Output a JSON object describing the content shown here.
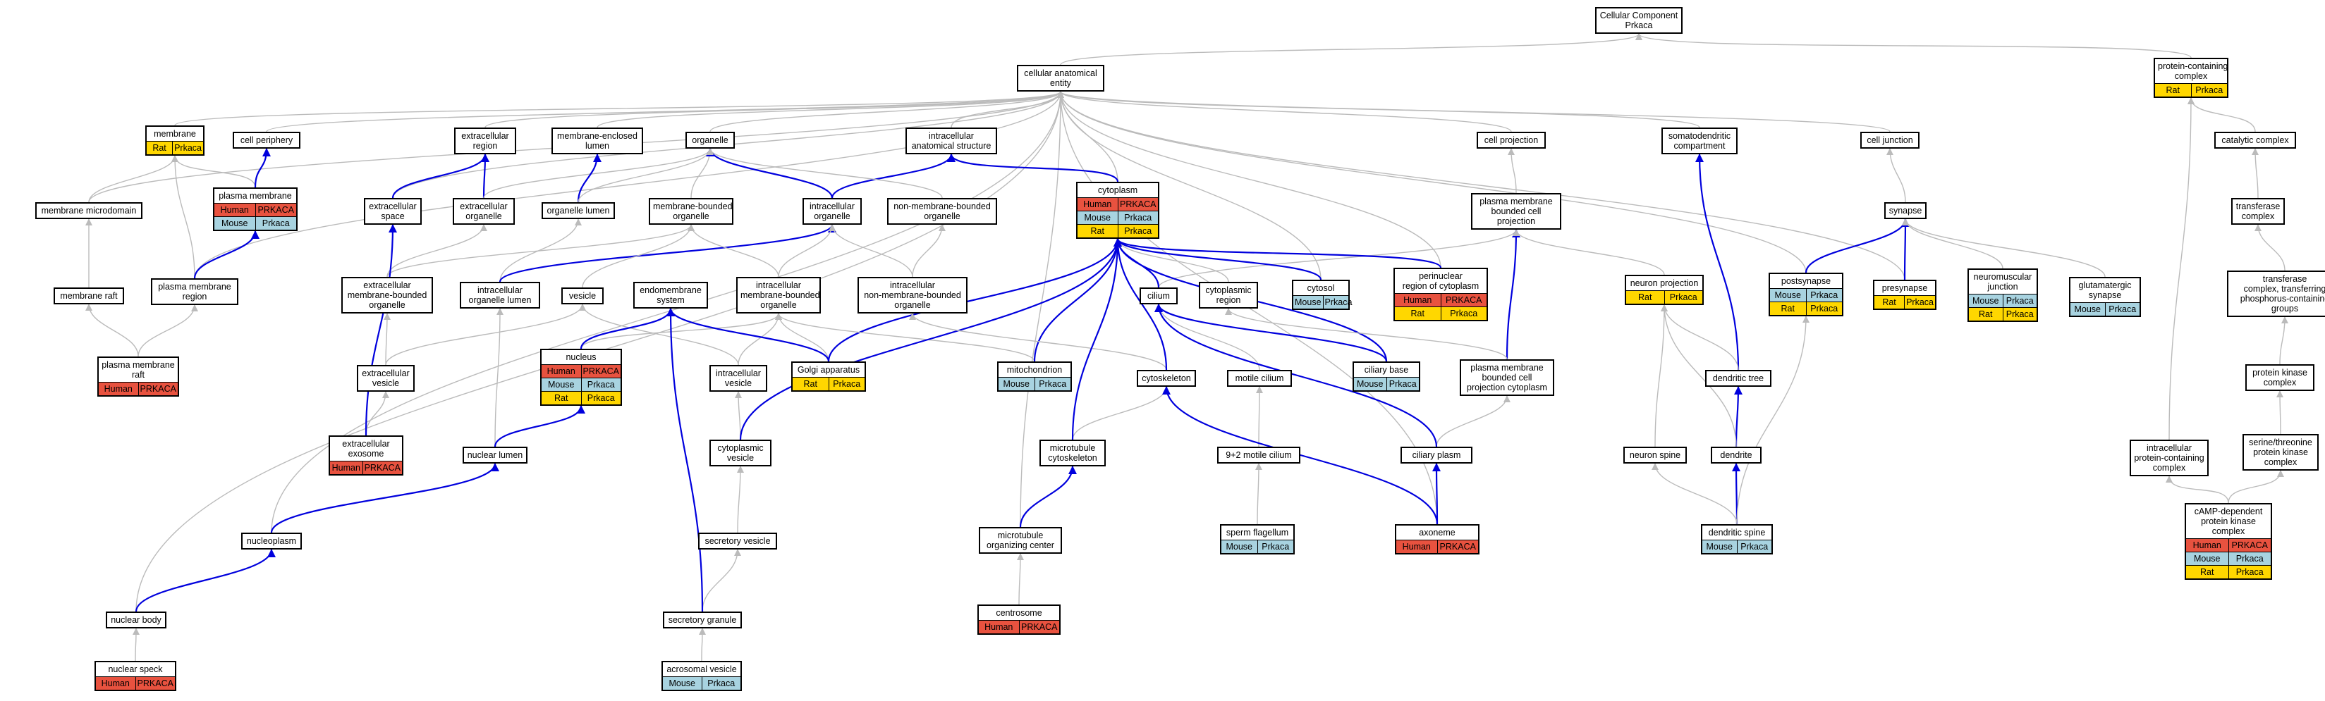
{
  "colors": {
    "human": "#e8523f",
    "mouse": "#a8d3e0",
    "rat": "#ffd700",
    "blue_edge": "#0000dd",
    "gray_edge": "#bbbbbb"
  },
  "nodes": [
    {
      "id": "cc_root",
      "label": "Cellular Component\nPrkaca",
      "rows": []
    },
    {
      "id": "cae",
      "label": "cellular anatomical\nentity",
      "rows": []
    },
    {
      "id": "pcc",
      "label": "protein-containing\ncomplex",
      "rows": [
        [
          "Rat",
          "Prkaca"
        ]
      ]
    },
    {
      "id": "membrane",
      "label": "membrane",
      "rows": [
        [
          "Rat",
          "Prkaca"
        ]
      ]
    },
    {
      "id": "cell_periphery",
      "label": "cell periphery",
      "rows": []
    },
    {
      "id": "extracell_region",
      "label": "extracellular\nregion",
      "rows": []
    },
    {
      "id": "mem_encl_lumen",
      "label": "membrane-enclosed\nlumen",
      "rows": []
    },
    {
      "id": "organelle",
      "label": "organelle",
      "rows": []
    },
    {
      "id": "intracell_anat",
      "label": "intracellular\nanatomical structure",
      "rows": []
    },
    {
      "id": "cell_projection",
      "label": "cell projection",
      "rows": []
    },
    {
      "id": "somatodendritic",
      "label": "somatodendritic\ncompartment",
      "rows": []
    },
    {
      "id": "cell_junction",
      "label": "cell junction",
      "rows": []
    },
    {
      "id": "catalytic",
      "label": "catalytic complex",
      "rows": []
    },
    {
      "id": "plasma_membrane",
      "label": "plasma membrane",
      "rows": [
        [
          "Human",
          "PRKACA"
        ],
        [
          "Mouse",
          "Prkaca"
        ]
      ]
    },
    {
      "id": "mem_microdomain",
      "label": "membrane microdomain",
      "rows": []
    },
    {
      "id": "extracell_space",
      "label": "extracellular\nspace",
      "rows": []
    },
    {
      "id": "extracell_organelle",
      "label": "extracellular\norganelle",
      "rows": []
    },
    {
      "id": "organelle_lumen",
      "label": "organelle lumen",
      "rows": []
    },
    {
      "id": "mem_bounded_org",
      "label": "membrane-bounded\norganelle",
      "rows": []
    },
    {
      "id": "intracell_org",
      "label": "intracellular\norganelle",
      "rows": []
    },
    {
      "id": "non_mem_org",
      "label": "non-membrane-bounded\norganelle",
      "rows": []
    },
    {
      "id": "cytoplasm",
      "label": "cytoplasm",
      "rows": [
        [
          "Human",
          "PRKACA"
        ],
        [
          "Mouse",
          "Prkaca"
        ],
        [
          "Rat",
          "Prkaca"
        ]
      ]
    },
    {
      "id": "pm_bounded_proj",
      "label": "plasma membrane\nbounded cell\nprojection",
      "rows": []
    },
    {
      "id": "synapse",
      "label": "synapse",
      "rows": []
    },
    {
      "id": "transferase",
      "label": "transferase\ncomplex",
      "rows": []
    },
    {
      "id": "membrane_raft",
      "label": "membrane raft",
      "rows": []
    },
    {
      "id": "pm_region",
      "label": "plasma membrane\nregion",
      "rows": []
    },
    {
      "id": "extracell_mem_org",
      "label": "extracellular\nmembrane-bounded\norganelle",
      "rows": []
    },
    {
      "id": "intracell_org_lumen",
      "label": "intracellular\norganelle lumen",
      "rows": []
    },
    {
      "id": "vesicle",
      "label": "vesicle",
      "rows": []
    },
    {
      "id": "endomembrane",
      "label": "endomembrane\nsystem",
      "rows": []
    },
    {
      "id": "intracell_mem_org",
      "label": "intracellular\nmembrane-bounded\norganelle",
      "rows": []
    },
    {
      "id": "intracell_nonmem_org",
      "label": "intracellular\nnon-membrane-bounded\norganelle",
      "rows": []
    },
    {
      "id": "cilium",
      "label": "cilium",
      "rows": []
    },
    {
      "id": "cyto_region",
      "label": "cytoplasmic\nregion",
      "rows": []
    },
    {
      "id": "cytosol",
      "label": "cytosol",
      "rows": [
        [
          "Mouse",
          "Prkaca"
        ]
      ]
    },
    {
      "id": "perinuclear",
      "label": "perinuclear\nregion of cytoplasm",
      "rows": [
        [
          "Human",
          "PRKACA"
        ],
        [
          "Rat",
          "Prkaca"
        ]
      ]
    },
    {
      "id": "neuron_projection",
      "label": "neuron projection",
      "rows": [
        [
          "Rat",
          "Prkaca"
        ]
      ]
    },
    {
      "id": "postsynapse",
      "label": "postsynapse",
      "rows": [
        [
          "Mouse",
          "Prkaca"
        ],
        [
          "Rat",
          "Prkaca"
        ]
      ]
    },
    {
      "id": "presynapse",
      "label": "presynapse",
      "rows": [
        [
          "Rat",
          "Prkaca"
        ]
      ]
    },
    {
      "id": "nmj",
      "label": "neuromuscular\njunction",
      "rows": [
        [
          "Mouse",
          "Prkaca"
        ],
        [
          "Rat",
          "Prkaca"
        ]
      ]
    },
    {
      "id": "glutamatergic",
      "label": "glutamatergic\nsynapse",
      "rows": [
        [
          "Mouse",
          "Prkaca"
        ]
      ]
    },
    {
      "id": "transferase_p",
      "label": "transferase\ncomplex, transferring\nphosphorus-containing\ngroups",
      "rows": []
    },
    {
      "id": "pm_raft",
      "label": "plasma membrane\nraft",
      "rows": [
        [
          "Human",
          "PRKACA"
        ]
      ]
    },
    {
      "id": "extracell_vesicle",
      "label": "extracellular\nvesicle",
      "rows": []
    },
    {
      "id": "nucleus",
      "label": "nucleus",
      "rows": [
        [
          "Human",
          "PRKACA"
        ],
        [
          "Mouse",
          "Prkaca"
        ],
        [
          "Rat",
          "Prkaca"
        ]
      ]
    },
    {
      "id": "intracell_vesicle",
      "label": "intracellular\nvesicle",
      "rows": []
    },
    {
      "id": "golgi",
      "label": "Golgi apparatus",
      "rows": [
        [
          "Rat",
          "Prkaca"
        ]
      ]
    },
    {
      "id": "mitochondrion",
      "label": "mitochondrion",
      "rows": [
        [
          "Mouse",
          "Prkaca"
        ]
      ]
    },
    {
      "id": "cytoskeleton",
      "label": "cytoskeleton",
      "rows": []
    },
    {
      "id": "motile_cilium",
      "label": "motile cilium",
      "rows": []
    },
    {
      "id": "ciliary_base",
      "label": "ciliary base",
      "rows": [
        [
          "Mouse",
          "Prkaca"
        ]
      ]
    },
    {
      "id": "pm_proj_cyto",
      "label": "plasma membrane\nbounded cell\nprojection cytoplasm",
      "rows": []
    },
    {
      "id": "dendritic_tree",
      "label": "dendritic tree",
      "rows": []
    },
    {
      "id": "protein_kinase",
      "label": "protein kinase\ncomplex",
      "rows": []
    },
    {
      "id": "extracell_exosome",
      "label": "extracellular\nexosome",
      "rows": [
        [
          "Human",
          "PRKACA"
        ]
      ]
    },
    {
      "id": "nuclear_lumen",
      "label": "nuclear lumen",
      "rows": []
    },
    {
      "id": "cyto_vesicle",
      "label": "cytoplasmic\nvesicle",
      "rows": []
    },
    {
      "id": "mt_cytoskeleton",
      "label": "microtubule\ncytoskeleton",
      "rows": []
    },
    {
      "id": "nine_two",
      "label": "9+2 motile cilium",
      "rows": []
    },
    {
      "id": "ciliary_plasm",
      "label": "ciliary plasm",
      "rows": []
    },
    {
      "id": "neuron_spine",
      "label": "neuron spine",
      "rows": []
    },
    {
      "id": "dendrite",
      "label": "dendrite",
      "rows": []
    },
    {
      "id": "ser_thr",
      "label": "serine/threonine\nprotein kinase\ncomplex",
      "rows": []
    },
    {
      "id": "intracell_pcc",
      "label": "intracellular\nprotein-containing\ncomplex",
      "rows": []
    },
    {
      "id": "nucleoplasm",
      "label": "nucleoplasm",
      "rows": []
    },
    {
      "id": "secretory_vesicle",
      "label": "secretory vesicle",
      "rows": []
    },
    {
      "id": "mtoc",
      "label": "microtubule\norganizing center",
      "rows": []
    },
    {
      "id": "sperm_flagellum",
      "label": "sperm flagellum",
      "rows": [
        [
          "Mouse",
          "Prkaca"
        ]
      ]
    },
    {
      "id": "axoneme",
      "label": "axoneme",
      "rows": [
        [
          "Human",
          "PRKACA"
        ]
      ]
    },
    {
      "id": "dendritic_spine",
      "label": "dendritic spine",
      "rows": [
        [
          "Mouse",
          "Prkaca"
        ]
      ]
    },
    {
      "id": "camp_pk",
      "label": "cAMP-dependent\nprotein kinase\ncomplex",
      "rows": [
        [
          "Human",
          "PRKACA"
        ],
        [
          "Mouse",
          "Prkaca"
        ],
        [
          "Rat",
          "Prkaca"
        ]
      ]
    },
    {
      "id": "nuclear_body",
      "label": "nuclear body",
      "rows": []
    },
    {
      "id": "secretory_granule",
      "label": "secretory granule",
      "rows": []
    },
    {
      "id": "centrosome",
      "label": "centrosome",
      "rows": [
        [
          "Human",
          "PRKACA"
        ]
      ]
    },
    {
      "id": "nuclear_speck",
      "label": "nuclear speck",
      "rows": [
        [
          "Human",
          "PRKACA"
        ]
      ]
    },
    {
      "id": "acrosomal_vesicle",
      "label": "acrosomal vesicle",
      "rows": [
        [
          "Mouse",
          "Prkaca"
        ]
      ]
    }
  ],
  "edges": [
    [
      "cae",
      "cc_root",
      "g"
    ],
    [
      "pcc",
      "cc_root",
      "g"
    ],
    [
      "membrane",
      "cae",
      "g"
    ],
    [
      "cell_periphery",
      "cae",
      "g"
    ],
    [
      "extracell_region",
      "cae",
      "g"
    ],
    [
      "mem_encl_lumen",
      "cae",
      "g"
    ],
    [
      "organelle",
      "cae",
      "g"
    ],
    [
      "intracell_anat",
      "cae",
      "g"
    ],
    [
      "cell_projection",
      "cae",
      "g"
    ],
    [
      "somatodendritic",
      "cae",
      "g"
    ],
    [
      "cell_junction",
      "cae",
      "g"
    ],
    [
      "cytoplasm",
      "cae",
      "g"
    ],
    [
      "cytosol",
      "cae",
      "g"
    ],
    [
      "perinuclear",
      "cae",
      "g"
    ],
    [
      "postsynapse",
      "cae",
      "g"
    ],
    [
      "presynapse",
      "cae",
      "g"
    ],
    [
      "mtoc",
      "cae",
      "g"
    ],
    [
      "axoneme",
      "cae",
      "g"
    ],
    [
      "pm_region",
      "cae",
      "g"
    ],
    [
      "nucleoplasm",
      "cae",
      "g"
    ],
    [
      "nuclear_body",
      "cae",
      "g"
    ],
    [
      "extracell_space",
      "cae",
      "g"
    ],
    [
      "mem_microdomain",
      "cae",
      "g"
    ],
    [
      "catalytic",
      "pcc",
      "g"
    ],
    [
      "intracell_pcc",
      "pcc",
      "g"
    ],
    [
      "transferase",
      "catalytic",
      "g"
    ],
    [
      "transferase_p",
      "transferase",
      "g"
    ],
    [
      "protein_kinase",
      "transferase_p",
      "g"
    ],
    [
      "ser_thr",
      "protein_kinase",
      "g"
    ],
    [
      "camp_pk",
      "ser_thr",
      "g"
    ],
    [
      "camp_pk",
      "intracell_pcc",
      "g"
    ],
    [
      "plasma_membrane",
      "membrane",
      "g"
    ],
    [
      "plasma_membrane",
      "cell_periphery",
      "b"
    ],
    [
      "mem_microdomain",
      "membrane",
      "g"
    ],
    [
      "membrane_raft",
      "mem_microdomain",
      "g"
    ],
    [
      "pm_region",
      "membrane",
      "g"
    ],
    [
      "pm_region",
      "plasma_membrane",
      "b"
    ],
    [
      "pm_raft",
      "membrane_raft",
      "g"
    ],
    [
      "pm_raft",
      "pm_region",
      "g"
    ],
    [
      "extracell_space",
      "extracell_region",
      "b"
    ],
    [
      "extracell_organelle",
      "extracell_region",
      "b"
    ],
    [
      "extracell_organelle",
      "organelle",
      "g"
    ],
    [
      "organelle_lumen",
      "mem_encl_lumen",
      "b"
    ],
    [
      "organelle_lumen",
      "organelle",
      "g"
    ],
    [
      "mem_bounded_org",
      "organelle",
      "g"
    ],
    [
      "intracell_org",
      "organelle",
      "b"
    ],
    [
      "intracell_org",
      "intracell_anat",
      "b"
    ],
    [
      "non_mem_org",
      "organelle",
      "g"
    ],
    [
      "cytoplasm",
      "intracell_anat",
      "b"
    ],
    [
      "extracell_mem_org",
      "extracell_organelle",
      "g"
    ],
    [
      "extracell_mem_org",
      "mem_bounded_org",
      "g"
    ],
    [
      "intracell_org_lumen",
      "organelle_lumen",
      "g"
    ],
    [
      "intracell_org_lumen",
      "intracell_org",
      "b"
    ],
    [
      "intracell_mem_org",
      "mem_bounded_org",
      "g"
    ],
    [
      "intracell_mem_org",
      "intracell_org",
      "g"
    ],
    [
      "intracell_nonmem_org",
      "non_mem_org",
      "g"
    ],
    [
      "intracell_nonmem_org",
      "intracell_org",
      "g"
    ],
    [
      "extracell_vesicle",
      "extracell_mem_org",
      "g"
    ],
    [
      "extracell_exosome",
      "extracell_vesicle",
      "g"
    ],
    [
      "extracell_exosome",
      "extracell_space",
      "b"
    ],
    [
      "vesicle",
      "mem_bounded_org",
      "g"
    ],
    [
      "extracell_vesicle",
      "vesicle",
      "g"
    ],
    [
      "intracell_vesicle",
      "vesicle",
      "g"
    ],
    [
      "intracell_vesicle",
      "intracell_mem_org",
      "g"
    ],
    [
      "nucleus",
      "intracell_mem_org",
      "g"
    ],
    [
      "golgi",
      "intracell_mem_org",
      "g"
    ],
    [
      "golgi",
      "endomembrane",
      "b"
    ],
    [
      "golgi",
      "cytoplasm",
      "b"
    ],
    [
      "mitochondrion",
      "intracell_mem_org",
      "g"
    ],
    [
      "mitochondrion",
      "cytoplasm",
      "b"
    ],
    [
      "nucleus",
      "endomembrane",
      "b"
    ],
    [
      "nuclear_lumen",
      "intracell_org_lumen",
      "g"
    ],
    [
      "nuclear_lumen",
      "nucleus",
      "b"
    ],
    [
      "nucleoplasm",
      "nuclear_lumen",
      "b"
    ],
    [
      "nuclear_body",
      "nucleoplasm",
      "b"
    ],
    [
      "nuclear_speck",
      "nuclear_body",
      "g"
    ],
    [
      "cyto_vesicle",
      "intracell_vesicle",
      "g"
    ],
    [
      "cyto_vesicle",
      "cytoplasm",
      "b"
    ],
    [
      "secretory_vesicle",
      "cyto_vesicle",
      "g"
    ],
    [
      "secretory_granule",
      "secretory_vesicle",
      "g"
    ],
    [
      "secretory_granule",
      "endomembrane",
      "b"
    ],
    [
      "acrosomal_vesicle",
      "secretory_granule",
      "g"
    ],
    [
      "cytoskeleton",
      "intracell_nonmem_org",
      "g"
    ],
    [
      "cytoskeleton",
      "cytoplasm",
      "b"
    ],
    [
      "mt_cytoskeleton",
      "cytoskeleton",
      "g"
    ],
    [
      "mt_cytoskeleton",
      "cytoplasm",
      "b"
    ],
    [
      "mtoc",
      "mt_cytoskeleton",
      "b"
    ],
    [
      "centrosome",
      "mtoc",
      "g"
    ],
    [
      "cilium",
      "pm_bounded_proj",
      "g"
    ],
    [
      "cilium",
      "cytoplasm",
      "b"
    ],
    [
      "motile_cilium",
      "cilium",
      "g"
    ],
    [
      "nine_two",
      "motile_cilium",
      "g"
    ],
    [
      "sperm_flagellum",
      "nine_two",
      "g"
    ],
    [
      "ciliary_base",
      "cilium",
      "b"
    ],
    [
      "ciliary_base",
      "cytoplasm",
      "b"
    ],
    [
      "cyto_region",
      "cytoplasm",
      "g"
    ],
    [
      "cytosol",
      "cytoplasm",
      "b"
    ],
    [
      "perinuclear",
      "cytoplasm",
      "b"
    ],
    [
      "pm_bounded_proj",
      "cell_projection",
      "g"
    ],
    [
      "pm_proj_cyto",
      "pm_bounded_proj",
      "b"
    ],
    [
      "pm_proj_cyto",
      "cyto_region",
      "g"
    ],
    [
      "ciliary_plasm",
      "pm_proj_cyto",
      "g"
    ],
    [
      "ciliary_plasm",
      "cilium",
      "b"
    ],
    [
      "axoneme",
      "ciliary_plasm",
      "b"
    ],
    [
      "axoneme",
      "cytoskeleton",
      "b"
    ],
    [
      "neuron_projection",
      "pm_bounded_proj",
      "g"
    ],
    [
      "dendritic_tree",
      "somatodendritic",
      "b"
    ],
    [
      "dendritic_tree",
      "neuron_projection",
      "g"
    ],
    [
      "dendrite",
      "dendritic_tree",
      "b"
    ],
    [
      "dendrite",
      "neuron_projection",
      "g"
    ],
    [
      "dendritic_spine",
      "dendrite",
      "b"
    ],
    [
      "dendritic_spine",
      "neuron_spine",
      "g"
    ],
    [
      "neuron_spine",
      "neuron_projection",
      "g"
    ],
    [
      "dendritic_spine",
      "postsynapse",
      "g"
    ],
    [
      "synapse",
      "cell_junction",
      "g"
    ],
    [
      "postsynapse",
      "synapse",
      "b"
    ],
    [
      "presynapse",
      "synapse",
      "b"
    ],
    [
      "nmj",
      "synapse",
      "g"
    ],
    [
      "glutamatergic",
      "synapse",
      "g"
    ]
  ]
}
